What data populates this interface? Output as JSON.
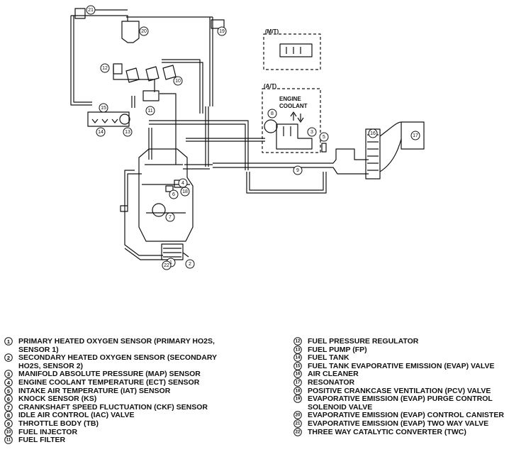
{
  "diagram": {
    "labels": {
      "mt": "(M/T)",
      "at": "(A/T)",
      "engine": "ENGINE",
      "coolant": "COOLANT"
    },
    "callouts": [
      "1",
      "2",
      "3",
      "4",
      "5",
      "6",
      "7",
      "8",
      "9",
      "10",
      "11",
      "12",
      "13",
      "14",
      "15",
      "16",
      "17",
      "18",
      "19",
      "20",
      "21",
      "22"
    ]
  },
  "legend": {
    "items": [
      {
        "num": "1",
        "lines": [
          "PRIMARY HEATED OXYGEN SENSOR (PRIMARY HO2S,",
          "SENSOR 1)"
        ]
      },
      {
        "num": "2",
        "lines": [
          "SECONDARY HEATED OXYGEN SENSOR (SECONDARY",
          "HO2S, SENSOR 2)"
        ]
      },
      {
        "num": "3",
        "lines": [
          "MANIFOLD ABSOLUTE PRESSURE (MAP) SENSOR"
        ]
      },
      {
        "num": "4",
        "lines": [
          "ENGINE COOLANT TEMPERATURE (ECT) SENSOR"
        ]
      },
      {
        "num": "5",
        "lines": [
          "INTAKE AIR TEMPERATURE (IAT) SENSOR"
        ]
      },
      {
        "num": "6",
        "lines": [
          "KNOCK SENSOR (KS)"
        ]
      },
      {
        "num": "7",
        "lines": [
          "CRANKSHAFT SPEED FLUCTUATION (CKF) SENSOR"
        ]
      },
      {
        "num": "8",
        "lines": [
          "IDLE AIR CONTROL (IAC) VALVE"
        ]
      },
      {
        "num": "9",
        "lines": [
          "THROTTLE BODY (TB)"
        ]
      },
      {
        "num": "10",
        "lines": [
          "FUEL INJECTOR"
        ]
      },
      {
        "num": "11",
        "lines": [
          "FUEL FILTER"
        ]
      },
      {
        "num": "12",
        "lines": [
          "FUEL PRESSURE REGULATOR"
        ]
      },
      {
        "num": "13",
        "lines": [
          "FUEL PUMP (FP)"
        ]
      },
      {
        "num": "14",
        "lines": [
          "FUEL TANK"
        ]
      },
      {
        "num": "15",
        "lines": [
          "FUEL TANK EVAPORATIVE EMISSION (EVAP) VALVE"
        ]
      },
      {
        "num": "16",
        "lines": [
          "AIR CLEANER"
        ]
      },
      {
        "num": "17",
        "lines": [
          "RESONATOR"
        ]
      },
      {
        "num": "18",
        "lines": [
          "POSITIVE CRANKCASE VENTILATION (PCV) VALVE"
        ]
      },
      {
        "num": "19",
        "lines": [
          "EVAPORATIVE EMISSION (EVAP) PURGE CONTROL",
          "SOLENOID VALVE"
        ]
      },
      {
        "num": "20",
        "lines": [
          "EVAPORATIVE EMISSION (EVAP) CONTROL CANISTER"
        ]
      },
      {
        "num": "21",
        "lines": [
          "EVAPORATIVE EMISSION (EVAP) TWO WAY VALVE"
        ]
      },
      {
        "num": "22",
        "lines": [
          "THREE WAY CATALYTIC CONVERTER (TWC)"
        ]
      }
    ]
  }
}
